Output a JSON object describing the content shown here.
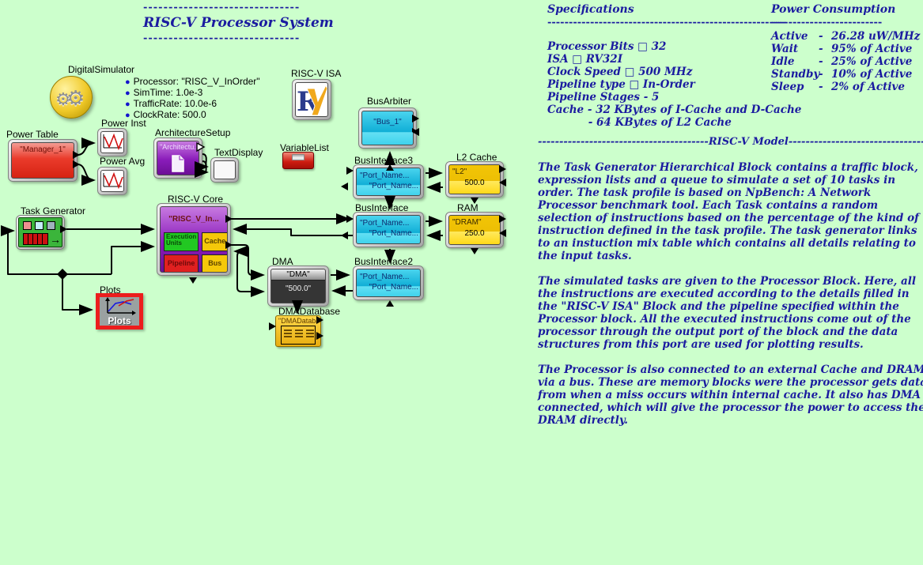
{
  "title": {
    "dashes": "-------------------------------",
    "text": "RISC-V Processor System"
  },
  "simulator": {
    "label": "DigitalSimulator",
    "bullet": "●",
    "gear_icon": "⚙",
    "params": [
      "Processor: \"RISC_V_InOrder\"",
      "SimTime: 1.0e-3",
      "TrafficRate: 10.0e-6",
      "ClockRate: 500.0"
    ]
  },
  "blocks": {
    "power_table": {
      "label": "Power Table",
      "value": "\"Manager_1\""
    },
    "power_inst": {
      "label": "Power Inst"
    },
    "power_avg": {
      "label": "Power Avg"
    },
    "architecture_setup": {
      "label": "ArchitectureSetup",
      "value": "\"Architectu.."
    },
    "text_display": {
      "label": "TextDisplay"
    },
    "riscv_isa": {
      "label": "RISC-V ISA",
      "letter_r": "R",
      "letter_v": "V"
    },
    "variable_list": {
      "label": "VariableList"
    },
    "bus_arbiter": {
      "label": "BusArbiter",
      "value": "\"Bus_1\""
    },
    "bus_interface3": {
      "label": "BusInterface3",
      "port1": "\"Port_Name...",
      "port2": "\"Port_Name..."
    },
    "l2_cache": {
      "label": "L2 Cache",
      "name": "\"L2\"",
      "value": "500.0"
    },
    "bus_interface": {
      "label": "BusInterface",
      "port1": "\"Port_Name...",
      "port2": "\"Port_Name..."
    },
    "ram": {
      "label": "RAM",
      "name": "\"DRAM\"",
      "value": "250.0"
    },
    "bus_interface2": {
      "label": "BusInterface2",
      "port1": "\"Port_Name...",
      "port2": "\"Port_Name..."
    },
    "riscv_core": {
      "label": "RISC-V Core",
      "value": "\"RISC_V_In...",
      "sub": [
        "Execution Units",
        "Cache",
        "Pipeline",
        "Bus"
      ]
    },
    "task_generator": {
      "label": "Task Generator"
    },
    "dma": {
      "label": "DMA",
      "name": "\"DMA\"",
      "value": "\"500.0\""
    },
    "dma_database": {
      "label": "DMADatabase",
      "value": "\"DMADataba.."
    },
    "plots": {
      "label": "Plots",
      "inner_label": "Plots"
    }
  },
  "specs": {
    "title": "Specifications",
    "separator": "--------------------------------------------------------",
    "lines": [
      "Processor Bits □ 32",
      "ISA □ RV32I",
      "Clock Speed □ 500 MHz",
      "Pipeline type □ In-Order",
      "Pipeline Stages - 5",
      "Cache - 32 KBytes of I-Cache and D-Cache",
      "           - 64 KBytes of L2 Cache"
    ]
  },
  "power": {
    "title": "Power Consumption",
    "separator": "--------------------------",
    "dash": "-",
    "rows": [
      {
        "name": "Active",
        "value": "26.28 uW/MHz"
      },
      {
        "name": "Wait",
        "value": "95% of Active"
      },
      {
        "name": "Idle",
        "value": "25% of Active"
      },
      {
        "name": "Standby",
        "value": "10% of Active"
      },
      {
        "name": "Sleep",
        "value": "2% of Active"
      }
    ]
  },
  "model": {
    "header": "----------------------------------------RISC-V Model----------------------------------------",
    "p1": "The Task Generator Hierarchical Block contains a traffic block, expression lists and a queue to simulate a set of 10 tasks in order. The task profile is based on NpBench: A Network Processor benchmark tool. Each Task contains a random selection of instructions based on the percentage of the kind of instruction defined in the task profile. The task generator links to an instuction mix table which contains all details relating to the input tasks.",
    "p2": "The simulated tasks are given to the Processor Block. Here, all the instructions are executed according to the details filled in the \"RISC-V ISA\" Block and the pipeline specified within the Processor block. All the executed instructions come out of the processor through the output port of the block and the data structures from this port are used for plotting results.",
    "p3": "The Processor is also connected to an external Cache and DRAM via a bus. These are memory blocks were the processor gets data from when a miss occurs within internal cache. It also has DMA connected, which will give the processor the power to access the DRAM directly."
  },
  "colors": {
    "background": "#ccffcc",
    "text_navy": "#1b1ba0",
    "block_cyan": "#10aed6",
    "block_gold": "#f2c506",
    "block_red": "#ea3b2b",
    "block_purple": "#8a1cba",
    "block_green": "#3bb53b"
  }
}
